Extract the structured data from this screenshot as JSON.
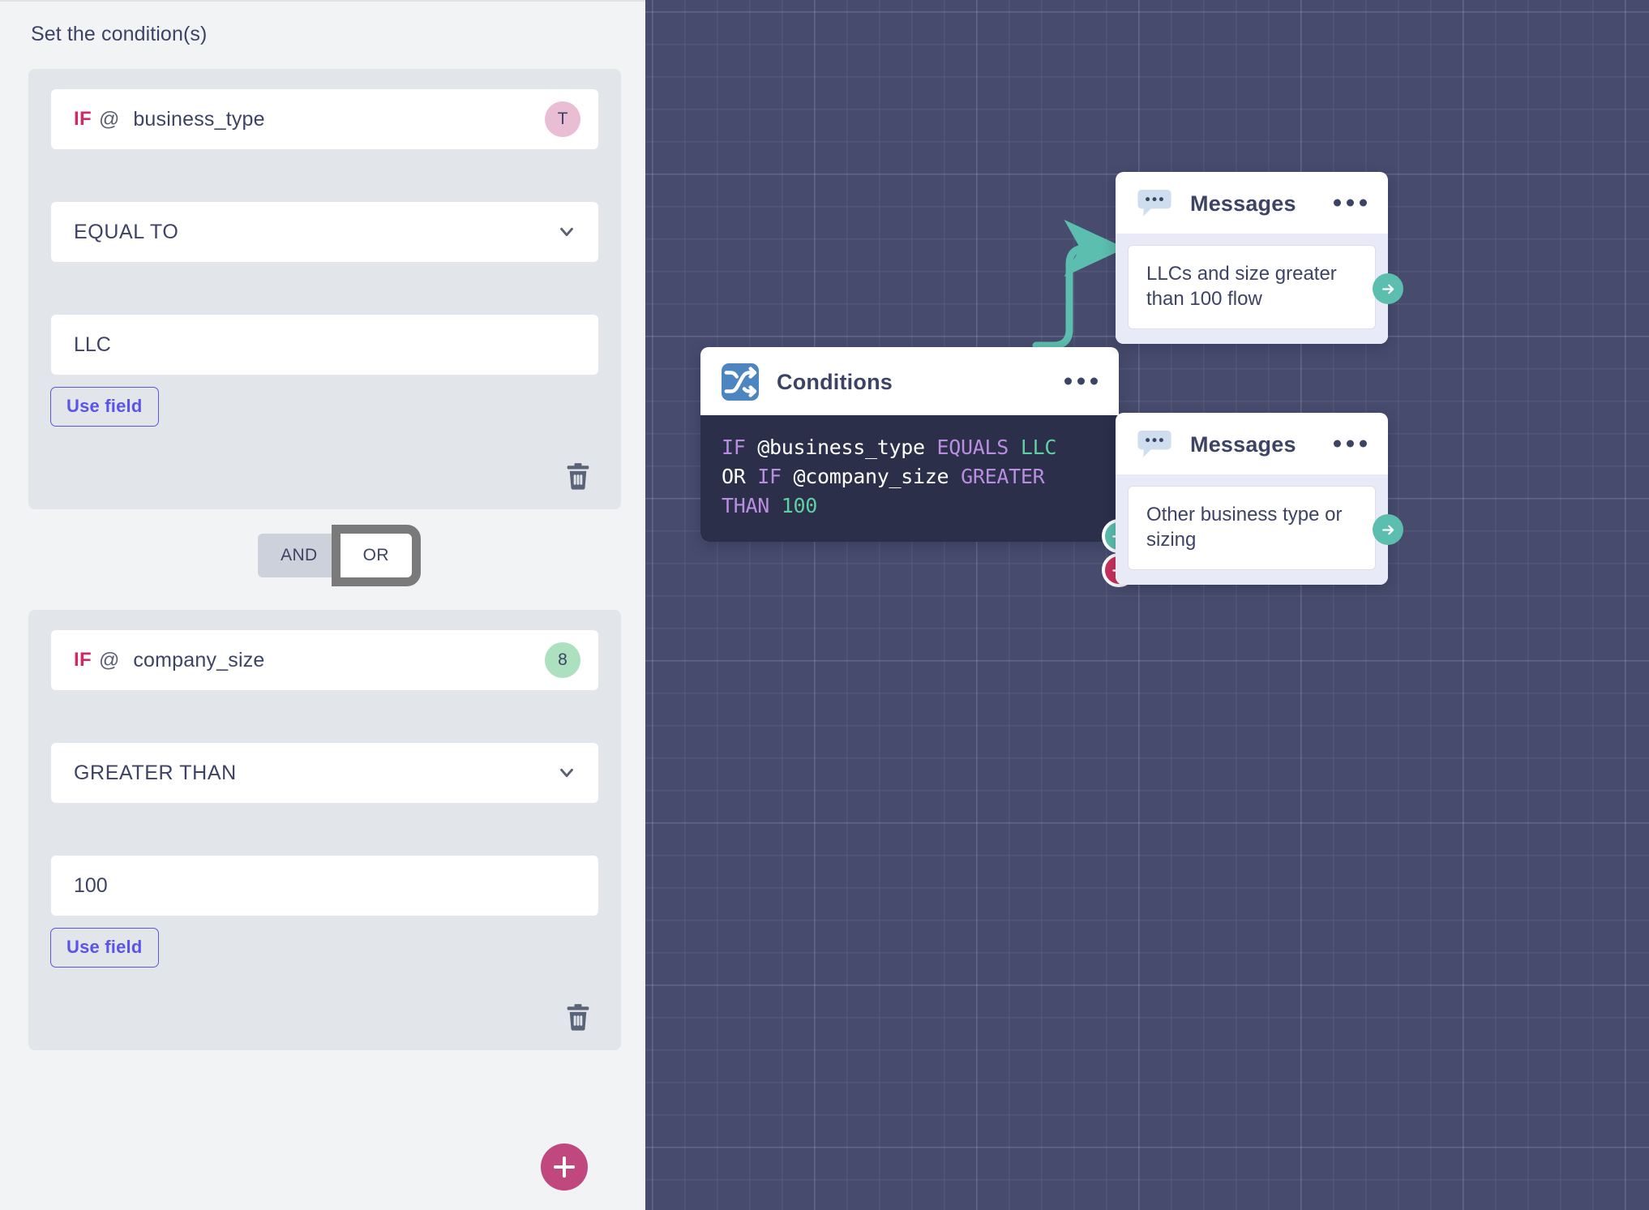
{
  "panel": {
    "title": "Set the condition(s)",
    "conditions": [
      {
        "if_keyword": "IF",
        "at_symbol": "@",
        "variable": "business_type",
        "badge": "T",
        "badge_type": "text",
        "operator": "EQUAL TO",
        "value": "LLC",
        "use_field_label": "Use field",
        "delete_icon": "trash-icon",
        "chevron_icon": "chevron-down-icon"
      },
      {
        "if_keyword": "IF",
        "at_symbol": "@",
        "variable": "company_size",
        "badge": "8",
        "badge_type": "number",
        "operator": "GREATER THAN",
        "value": "100",
        "use_field_label": "Use field",
        "delete_icon": "trash-icon",
        "chevron_icon": "chevron-down-icon"
      }
    ],
    "logic_toggle": {
      "and_label": "AND",
      "or_label": "OR",
      "selected": "OR"
    },
    "add_button_icon": "plus-icon"
  },
  "canvas": {
    "background_color": "#474c6e",
    "grid_color": "#5a5f80",
    "nodes": {
      "conditions": {
        "title": "Conditions",
        "icon": "shuffle-icon",
        "icon_color": "#4c85c0",
        "menu_icon": "ellipsis-icon",
        "code_lines": [
          [
            {
              "t": "IF ",
              "c": "kw"
            },
            {
              "t": "@business_type ",
              "c": "var"
            },
            {
              "t": "EQUALS ",
              "c": "op"
            },
            {
              "t": "LLC",
              "c": "val"
            }
          ],
          [
            {
              "t": "OR ",
              "c": "plain"
            },
            {
              "t": "IF ",
              "c": "kw"
            },
            {
              "t": "@company_size ",
              "c": "var"
            },
            {
              "t": "GREATER",
              "c": "op"
            }
          ],
          [
            {
              "t": "THAN ",
              "c": "op"
            },
            {
              "t": "100",
              "c": "val"
            }
          ]
        ],
        "ports": [
          {
            "name": "true-output-port",
            "color": "#5cbeae",
            "icon": "arrow-right-icon"
          },
          {
            "name": "false-output-port",
            "color": "#c9315c",
            "icon": "arrow-right-icon"
          }
        ]
      },
      "messages": [
        {
          "title": "Messages",
          "icon": "speech-bubble-icon",
          "menu_icon": "ellipsis-icon",
          "message": "LLCs and size greater than 100 flow",
          "out_port_icon": "arrow-right-icon",
          "out_port_color": "#5cbeae"
        },
        {
          "title": "Messages",
          "icon": "speech-bubble-icon",
          "menu_icon": "ellipsis-icon",
          "message": "Other business type or sizing",
          "out_port_icon": "arrow-right-icon",
          "out_port_color": "#5cbeae"
        }
      ]
    },
    "edges": [
      {
        "name": "edge-true",
        "color": "#5cbeae"
      },
      {
        "name": "edge-false",
        "color": "#c9315c"
      }
    ]
  }
}
